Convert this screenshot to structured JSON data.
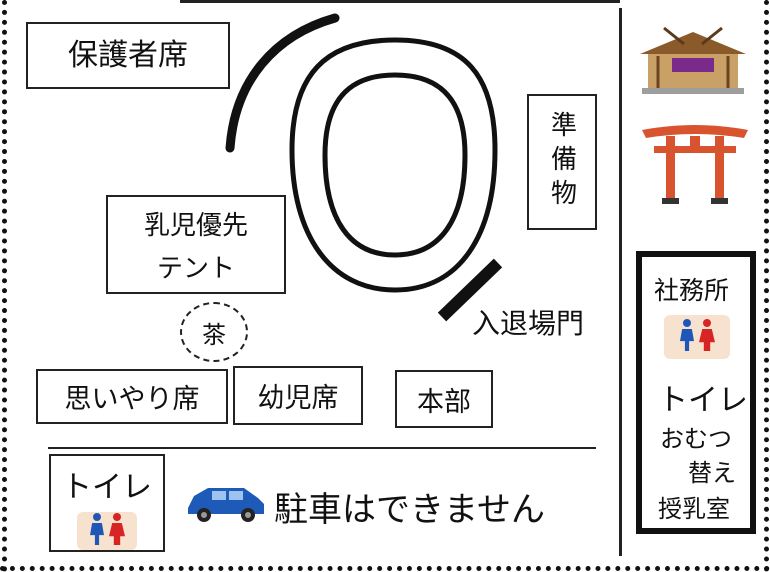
{
  "labels": {
    "guardian_seats": "保護者席",
    "preparation": "準備物",
    "infant_priority_line1": "乳児優先",
    "infant_priority_line2": "テント",
    "tea": "茶",
    "entrance_gate": "入退場門",
    "consideration_seats": "思いやり席",
    "toddler_seats": "幼児席",
    "headquarters": "本部",
    "shrine_office": "社務所",
    "office_toilet": "トイレ",
    "diaper_line1": "おむつ",
    "diaper_line2": "替え",
    "nursing_room": "授乳室",
    "bottom_toilet": "トイレ",
    "no_parking": "駐車はできません"
  },
  "colors": {
    "restroom_male": "#1f57b8",
    "restroom_female": "#d72525",
    "car": "#1e5bb8",
    "torii": "#d8542e",
    "shrine_roof": "#8a5a2a",
    "shrine_accent": "#7a2a8a"
  },
  "icons": {
    "shrine": "shrine-icon",
    "torii": "torii-gate-icon",
    "restroom_office": "restroom-icon",
    "restroom_bottom": "restroom-icon",
    "car": "car-icon"
  }
}
